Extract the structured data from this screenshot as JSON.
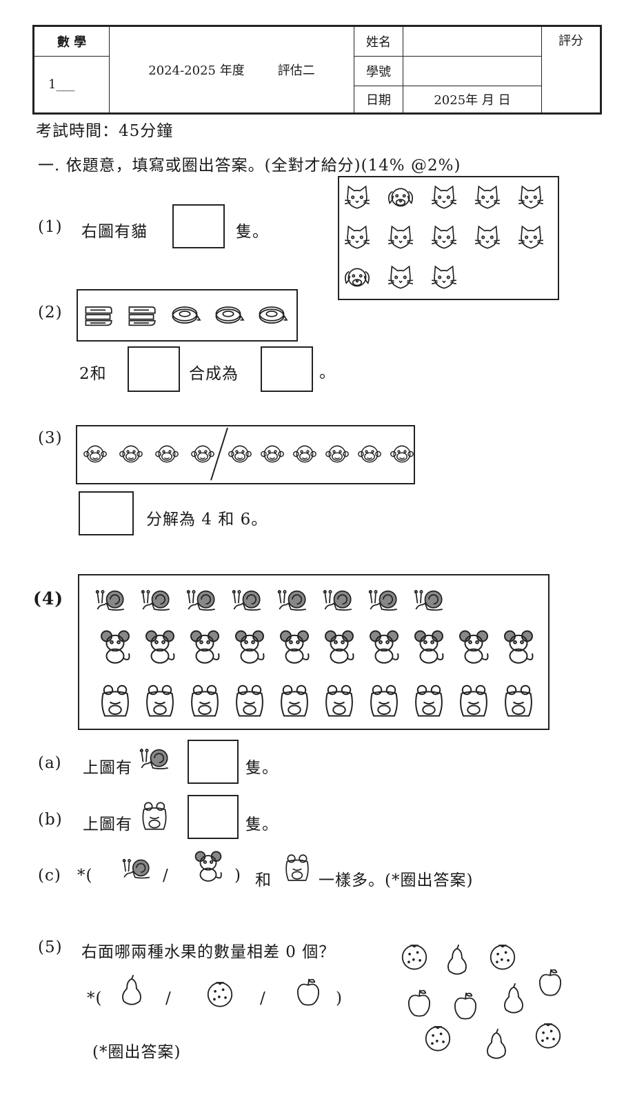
{
  "header": {
    "subject": "數 學",
    "class": "1___",
    "year_label": "2024-2025 年度",
    "assessment": "評估二",
    "name_label": "姓名",
    "student_no_label": "學號",
    "date_label": "日期",
    "date_value": "2025年  月   日",
    "score_label": "評分"
  },
  "exam_time": "考試時間：45分鐘",
  "section1": {
    "heading": "一. 依題意，填寫或圈出答案。(全對才給分)(14% @2%)",
    "q1": {
      "num": "(1)",
      "text_before": "右圖有貓",
      "text_after": "隻。"
    },
    "q2": {
      "num": "(2)",
      "text_before": "2和",
      "text_mid": "合成為",
      "text_after": "。"
    },
    "q3": {
      "num": "(3)",
      "text_after": "分解為 4 和 6。"
    },
    "q4": {
      "num": "(4)",
      "a_label": "(a)",
      "a_text": "上圖有",
      "a_after": "隻。",
      "b_label": "(b)",
      "b_text": "上圖有",
      "b_after": "隻。",
      "c_label": "(c)",
      "c_open": "*(",
      "c_slash": "/",
      "c_close": ")",
      "c_and": "和",
      "c_after": "一樣多。(*圈出答案)"
    },
    "q5": {
      "num": "(5)",
      "text": "右面哪兩種水果的數量相差 0 個？",
      "open": "*(",
      "slash1": "/",
      "slash2": "/",
      "close": ")",
      "hint": "(*圈出答案)"
    }
  },
  "icons": {
    "cat": "cat-face-icon",
    "dog": "dog-face-icon",
    "stapler": "stapler-icon",
    "tape": "tape-icon",
    "monkey": "monkey-face-icon",
    "snail": "snail-icon",
    "mouse": "mouse-icon",
    "frog": "frog-icon",
    "pear": "pear-icon",
    "orange": "orange-icon",
    "apple": "apple-icon"
  }
}
